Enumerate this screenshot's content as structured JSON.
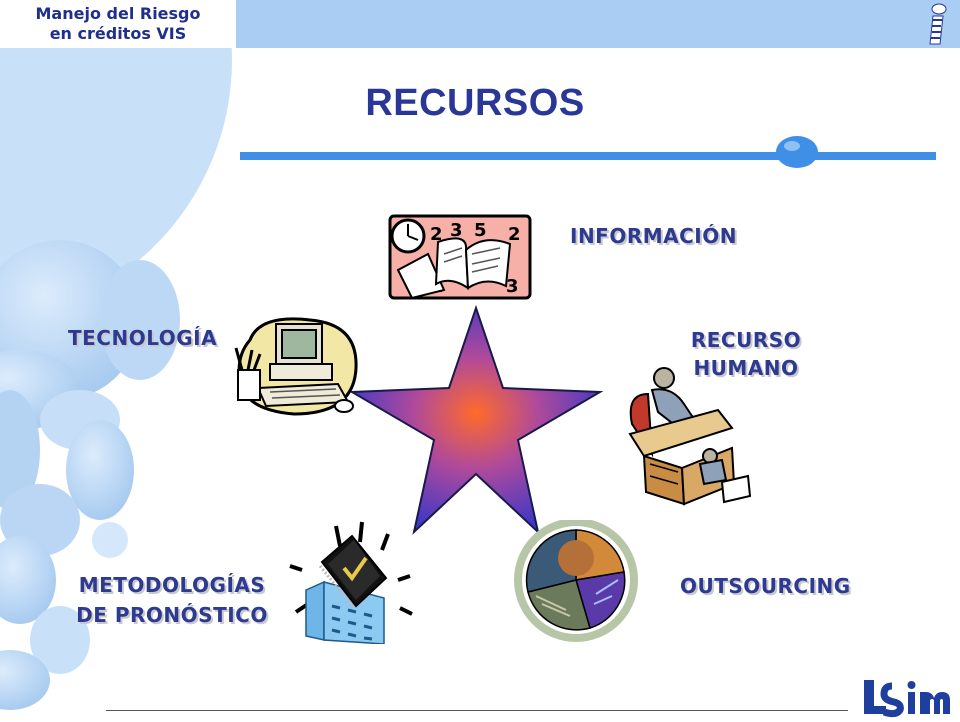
{
  "header": {
    "line1": "Manejo del Riesgo",
    "line2": "en créditos VIS"
  },
  "slide": {
    "title": "RECURSOS"
  },
  "labels": {
    "informacion": "INFORMACIÓN",
    "tecnologia": "TECNOLOGÍA",
    "recurso_line1": "RECURSO",
    "recurso_line2": "HUMANO",
    "metodologias_line1": "METODOLOGÍAS",
    "metodologias_line2": "DE PRONÓSTICO",
    "outsourcing": "OUTSOURCING"
  },
  "logo": {
    "text": "LSim"
  },
  "colors": {
    "title": "#2b3796",
    "label": "#2d3a8f",
    "accent_blue": "#3f8fe6",
    "light_blue": "#a9cdf3",
    "star_outer": "#3b37c8",
    "star_center": "#ff6a2a"
  }
}
